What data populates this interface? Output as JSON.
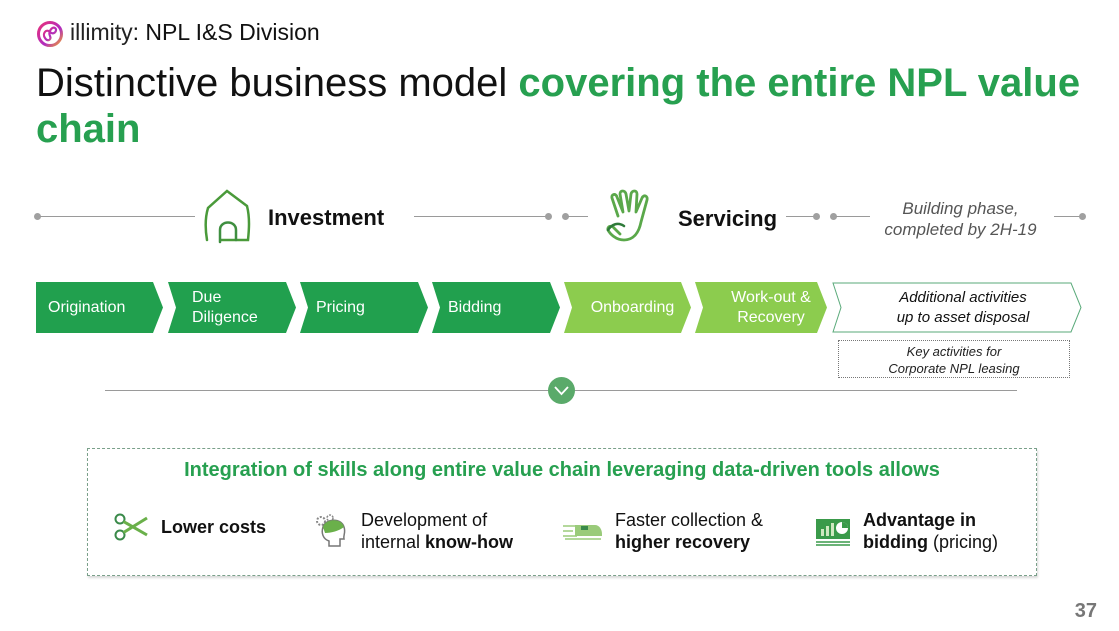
{
  "header": {
    "brand": "illimity",
    "subtitle": ": NPL I&S Division",
    "title_plain": "Distinctive business model ",
    "title_accent": "covering the entire NPL value chain"
  },
  "phases": {
    "investment": {
      "label": "Investment",
      "icon": "house-icon"
    },
    "servicing": {
      "label": "Servicing",
      "icon": "hand-icon"
    },
    "building_note_line1": "Building phase,",
    "building_note_line2": "completed by 2H-19"
  },
  "chain": {
    "steps": [
      {
        "line1": "Origination",
        "line2": "",
        "style": "dark"
      },
      {
        "line1": "Due",
        "line2": "Diligence",
        "style": "dark"
      },
      {
        "line1": "Pricing",
        "line2": "",
        "style": "dark"
      },
      {
        "line1": "Bidding",
        "line2": "",
        "style": "dark"
      },
      {
        "line1": "Onboarding",
        "line2": "",
        "style": "light"
      },
      {
        "line1": "Work-out &",
        "line2": "Recovery",
        "style": "light"
      },
      {
        "line1": "Additional activities",
        "line2": "up to asset disposal",
        "style": "outline"
      }
    ],
    "key_note_line1": "Key activities for",
    "key_note_line2": "Corporate NPL leasing"
  },
  "benefits": {
    "title": "Integration of skills along entire value chain leveraging data-driven tools allows",
    "items": [
      {
        "icon": "scissors-icon",
        "plain1": "",
        "bold1": "Lower costs",
        "plain2": "",
        "bold2": ""
      },
      {
        "icon": "head-gears-icon",
        "plain1": "Development of",
        "bold1": "",
        "plain2": "internal ",
        "bold2": "know-how"
      },
      {
        "icon": "fast-train-icon",
        "plain1": "Faster collection &",
        "bold1": "",
        "plain2": "",
        "bold2": "higher recovery"
      },
      {
        "icon": "chart-board-icon",
        "plain1": "",
        "bold1": "Advantage in",
        "plain2": " (pricing)",
        "bold2": "bidding"
      }
    ]
  },
  "colors": {
    "brand_green": "#27a050",
    "dark_chevron": "#21a04e",
    "light_chevron": "#8ccc4e",
    "outline_chevron": "#5aaa7a"
  },
  "page_number": "37"
}
